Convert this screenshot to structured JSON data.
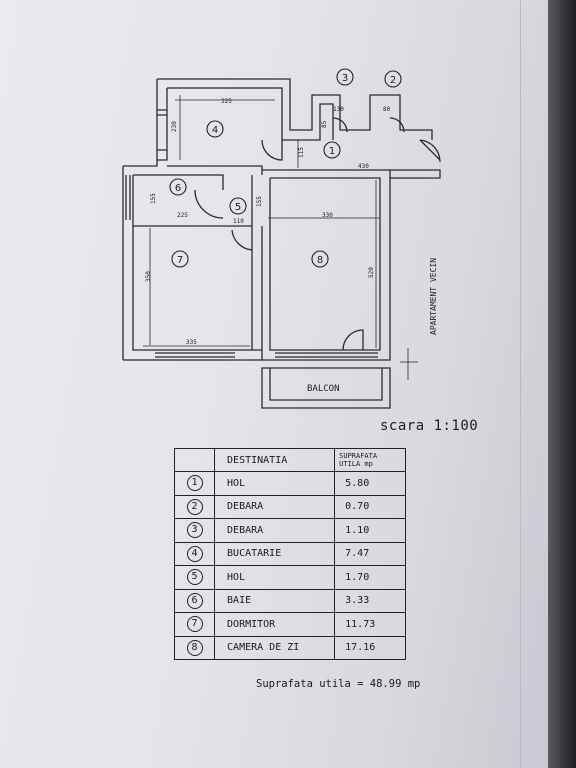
{
  "plan": {
    "rooms": [
      {
        "number": "1",
        "label_name": "room-1-marker"
      },
      {
        "number": "2",
        "label_name": "room-2-marker"
      },
      {
        "number": "3",
        "label_name": "room-3-marker"
      },
      {
        "number": "4",
        "label_name": "room-4-marker"
      },
      {
        "number": "5",
        "label_name": "room-5-marker"
      },
      {
        "number": "6",
        "label_name": "room-6-marker"
      },
      {
        "number": "7",
        "label_name": "room-7-marker"
      },
      {
        "number": "8",
        "label_name": "room-8-marker"
      }
    ],
    "dimensions": {
      "kitchen_width": "325",
      "kitchen_depth": "230",
      "debara3_width": "130",
      "debara2_width": "80",
      "debara3_depth": "85",
      "hol_depth": "115",
      "hol_width": "430",
      "bath_depth": "155",
      "bath_width": "225",
      "hol5_width": "110",
      "hol5_depth": "155",
      "living_width": "330",
      "living_depth": "520",
      "bedroom_depth": "350",
      "bedroom_width": "335"
    },
    "balcony_label": "BALCON",
    "neighbor_label": "APARTAMENT VECIN"
  },
  "scale_label": "scara 1:100",
  "table": {
    "header_destination": "DESTINATIA",
    "header_area": "SUPRAFATA UTILA mp",
    "rows": [
      {
        "num": "1",
        "name": "HOL",
        "area": "5.80"
      },
      {
        "num": "2",
        "name": "DEBARA",
        "area": "0.70"
      },
      {
        "num": "3",
        "name": "DEBARA",
        "area": "1.10"
      },
      {
        "num": "4",
        "name": "BUCATARIE",
        "area": "7.47"
      },
      {
        "num": "5",
        "name": "HOL",
        "area": "1.70"
      },
      {
        "num": "6",
        "name": "BAIE",
        "area": "3.33"
      },
      {
        "num": "7",
        "name": "DORMITOR",
        "area": "11.73"
      },
      {
        "num": "8",
        "name": "CAMERA DE ZI",
        "area": "17.16"
      }
    ]
  },
  "total_label": "Suprafata utila = 48.99 mp",
  "colors": {
    "ink": "#222222",
    "paper": "#e6e6ec",
    "background": "#2a2a2c"
  }
}
